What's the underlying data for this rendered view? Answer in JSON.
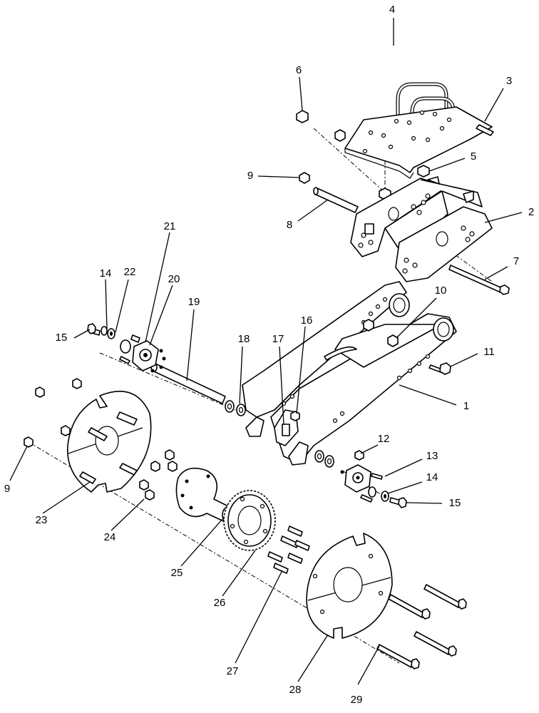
{
  "callouts": {
    "c1": "1",
    "c2": "2",
    "c3": "3",
    "c4": "4",
    "c5": "5",
    "c6": "6",
    "c7": "7",
    "c8": "8",
    "c9a": "9",
    "c9b": "9",
    "c10": "10",
    "c11": "11",
    "c12": "12",
    "c13": "13",
    "c14a": "14",
    "c14b": "14",
    "c15a": "15",
    "c15b": "15",
    "c16": "16",
    "c17": "17",
    "c18": "18",
    "c19": "19",
    "c20": "20",
    "c21": "21",
    "c22": "22",
    "c23": "23",
    "c24": "24",
    "c25": "25",
    "c26": "26",
    "c27": "27",
    "c28": "28",
    "c29": "29"
  }
}
